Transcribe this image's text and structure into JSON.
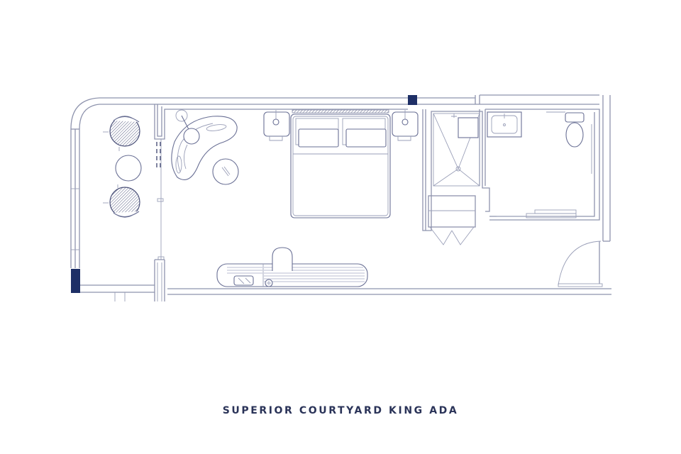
{
  "caption": "SUPERIOR COURTYARD KING ADA",
  "colors": {
    "background": "#ffffff",
    "wall_line": "#8e93ad",
    "furniture_line": "#6a7095",
    "accent_column": "#1e2f66",
    "caption_text": "#2a3358"
  },
  "rooms": [
    {
      "name": "balcony",
      "features": [
        "two armchairs",
        "round side table",
        "curved window wall"
      ]
    },
    {
      "name": "bedroom",
      "features": [
        "lounge chaise",
        "round ottoman",
        "king bed",
        "two nightstands with lamps",
        "desk/dresser with chair"
      ]
    },
    {
      "name": "bathroom",
      "features": [
        "roll-in shower",
        "sink vanity",
        "toilet with grab bars",
        "sliding door"
      ]
    },
    {
      "name": "closet",
      "features": [
        "bi-fold doors"
      ]
    },
    {
      "name": "entry",
      "features": [
        "swing door"
      ]
    }
  ]
}
